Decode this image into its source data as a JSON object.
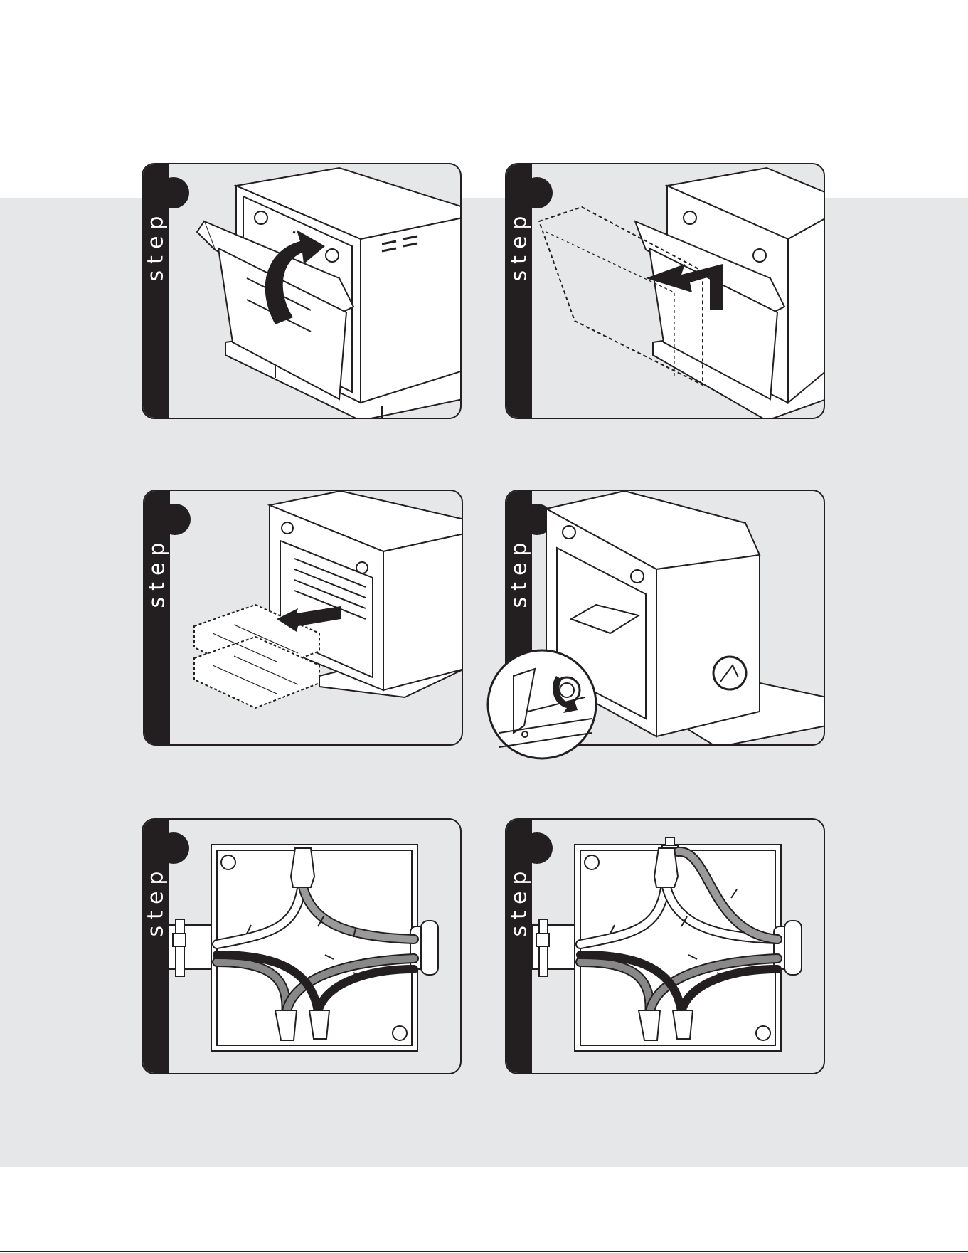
{
  "page": {
    "background": "#ffffff",
    "band_color": "#e6e7e8",
    "ink_color": "#231f20"
  },
  "steps": [
    {
      "label": "step",
      "number": "",
      "illustration": "oven-door-opening"
    },
    {
      "label": "step",
      "number": "",
      "illustration": "oven-door-removal"
    },
    {
      "label": "step",
      "number": "",
      "illustration": "oven-racks-removal"
    },
    {
      "label": "step",
      "number": "",
      "illustration": "anti-tip-bracket-screw"
    },
    {
      "label": "step",
      "number": "",
      "illustration": "junction-box-wiring"
    },
    {
      "label": "step",
      "number": "",
      "illustration": "junction-box-wiring-ground"
    }
  ]
}
